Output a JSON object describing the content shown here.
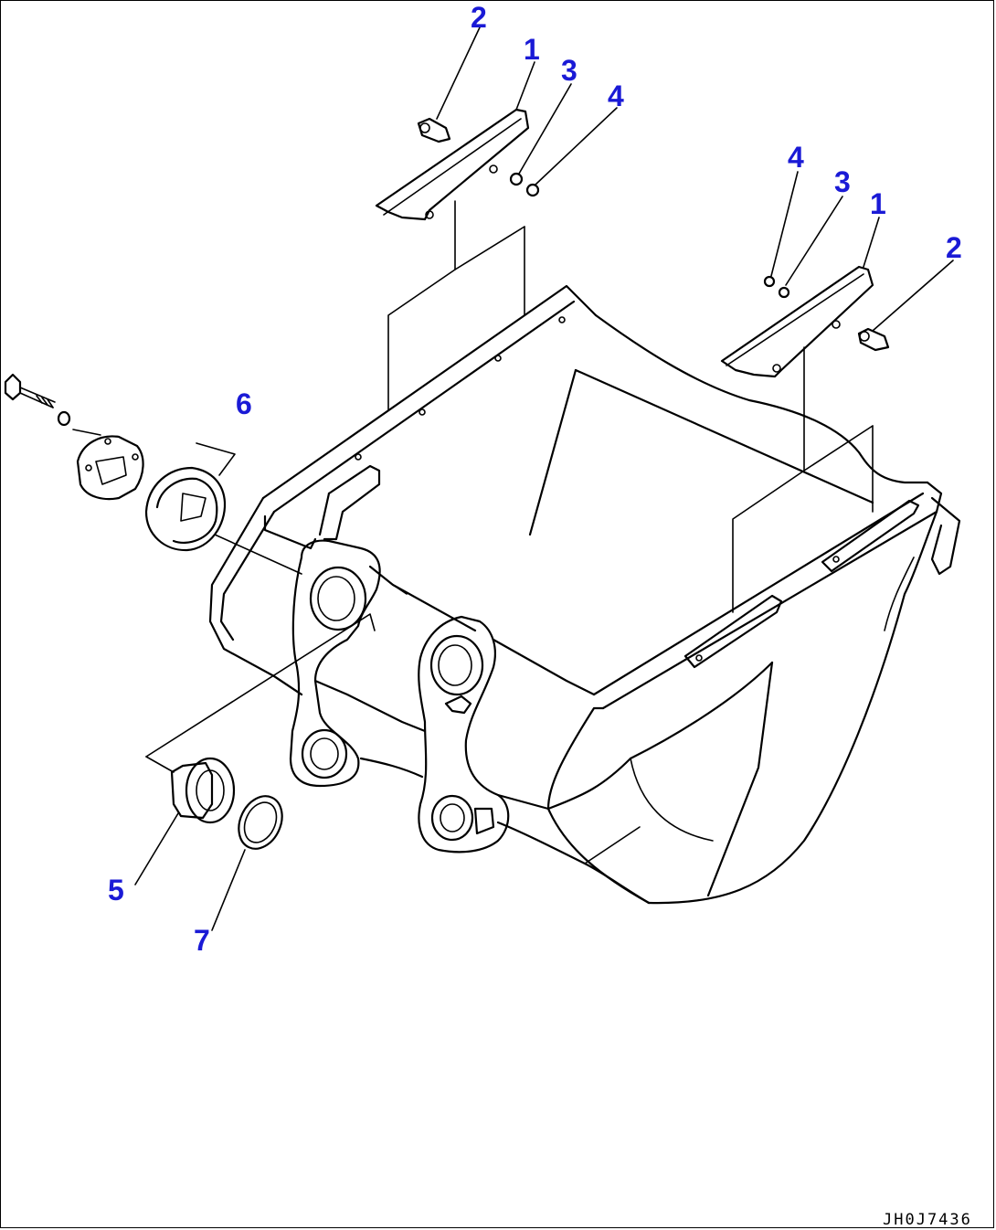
{
  "diagram": {
    "drawing_code": "JH0J7436",
    "callout_color": "#1a1ad6",
    "line_color": "#000000",
    "callouts": [
      {
        "id": "c2a",
        "label": "2"
      },
      {
        "id": "c1a",
        "label": "1"
      },
      {
        "id": "c3a",
        "label": "3"
      },
      {
        "id": "c4a",
        "label": "4"
      },
      {
        "id": "c4b",
        "label": "4"
      },
      {
        "id": "c3b",
        "label": "3"
      },
      {
        "id": "c1b",
        "label": "1"
      },
      {
        "id": "c2b",
        "label": "2"
      },
      {
        "id": "c6",
        "label": "6"
      },
      {
        "id": "c5",
        "label": "5"
      },
      {
        "id": "c7",
        "label": "7"
      }
    ]
  }
}
